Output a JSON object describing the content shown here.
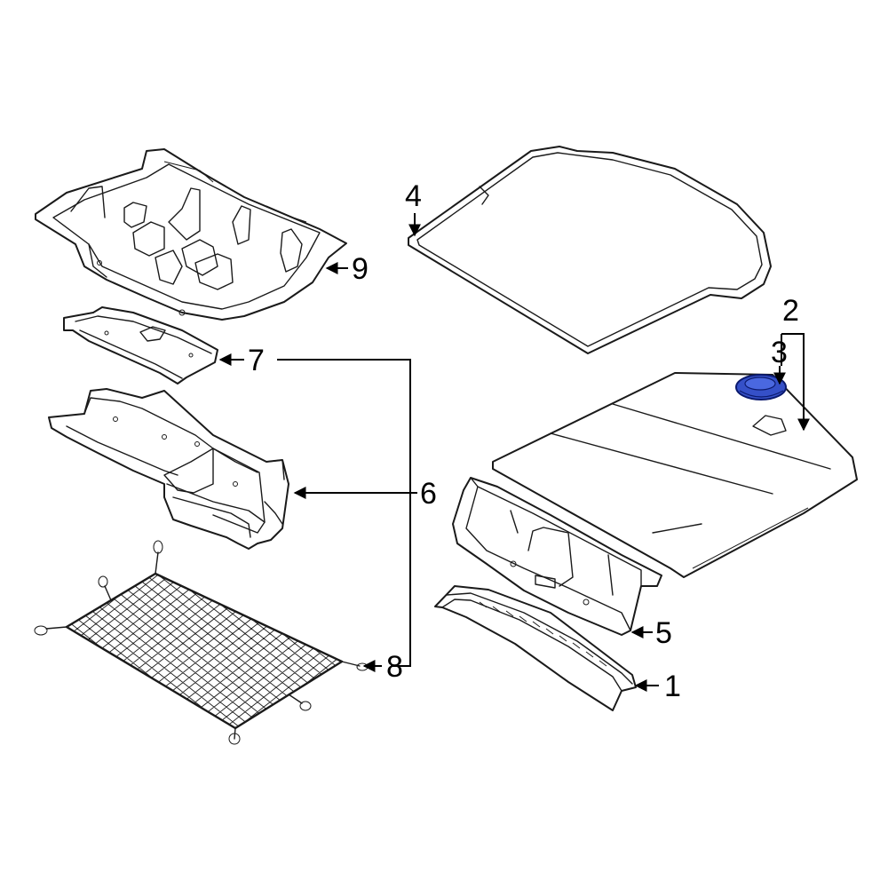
{
  "diagram": {
    "callouts": [
      {
        "id": "1",
        "label": "1"
      },
      {
        "id": "2",
        "label": "2"
      },
      {
        "id": "3",
        "label": "3"
      },
      {
        "id": "4",
        "label": "4"
      },
      {
        "id": "5",
        "label": "5"
      },
      {
        "id": "6",
        "label": "6"
      },
      {
        "id": "7",
        "label": "7"
      },
      {
        "id": "8",
        "label": "8"
      },
      {
        "id": "9",
        "label": "9"
      }
    ],
    "colors": {
      "line": "#1a1a1a",
      "highlight_fill": "#3550c8",
      "highlight_stroke": "#0b1a6e",
      "background": "#ffffff"
    }
  }
}
